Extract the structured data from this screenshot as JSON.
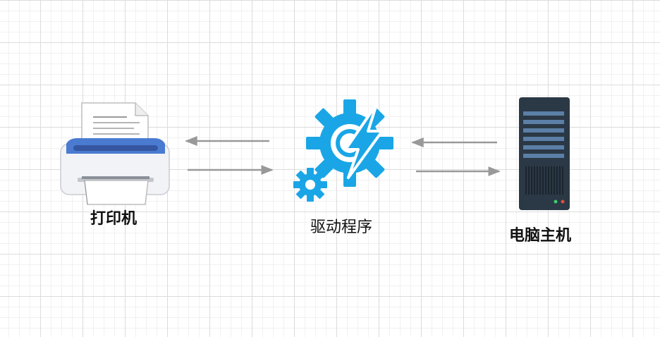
{
  "nodes": {
    "printer": {
      "label": "打印机",
      "icon": "printer-icon"
    },
    "driver": {
      "label": "驱动程序",
      "icon": "gear-lightning-icon"
    },
    "computer": {
      "label": "电脑主机",
      "icon": "server-tower-icon"
    }
  },
  "colors": {
    "arrow": "#999999",
    "gear": "#1aa6e6",
    "server": "#2b3845",
    "server_accent": "#5b7fa6",
    "printer_body": "#f3f3f5",
    "printer_band": "#4a7bd1"
  }
}
